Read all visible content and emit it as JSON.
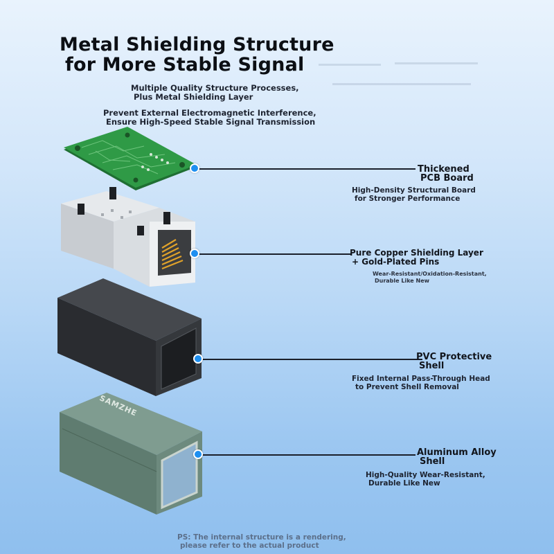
{
  "header": {
    "title_line1": "Metal Shielding Structure",
    "title_line2": "for More Stable Signal",
    "sub1_line1": "Multiple Quality Structure Processes,",
    "sub1_line2": "Plus Metal Shielding Layer",
    "sub2_line1": "Prevent External Electromagnetic Interference,",
    "sub2_line2": "Ensure High-Speed Stable Signal Transmission"
  },
  "components": [
    {
      "title_line1": "Thickened",
      "title_line2": "PCB Board",
      "desc_line1": "High-Density Structural Board",
      "desc_line2": "for Stronger Performance"
    },
    {
      "title_line1": "Pure Copper Shielding Layer",
      "title_line2": "+ Gold-Plated Pins",
      "desc_line1": "Wear-Resistant/Oxidation-Resistant,",
      "desc_line2": "Durable Like New"
    },
    {
      "title_line1": "PVC Protective",
      "title_line2": "Shell",
      "desc_line1": "Fixed Internal Pass-Through Head",
      "desc_line2": "to Prevent Shell Removal"
    },
    {
      "title_line1": "Aluminum Alloy",
      "title_line2": "Shell",
      "desc_line1": "High-Quality Wear-Resistant,",
      "desc_line2": "Durable Like New"
    }
  ],
  "brand": "SAMZHE",
  "footer": {
    "ps_line1": "PS: The internal structure is a rendering,",
    "ps_line2": "please refer to the actual product"
  },
  "colors": {
    "accent_dot": "#1e8ff0",
    "pcb_green": "#2f9a46",
    "shell_black": "#2a2c30",
    "shell_green": "#5f7c70",
    "gold_pins": "#e0a22a"
  }
}
